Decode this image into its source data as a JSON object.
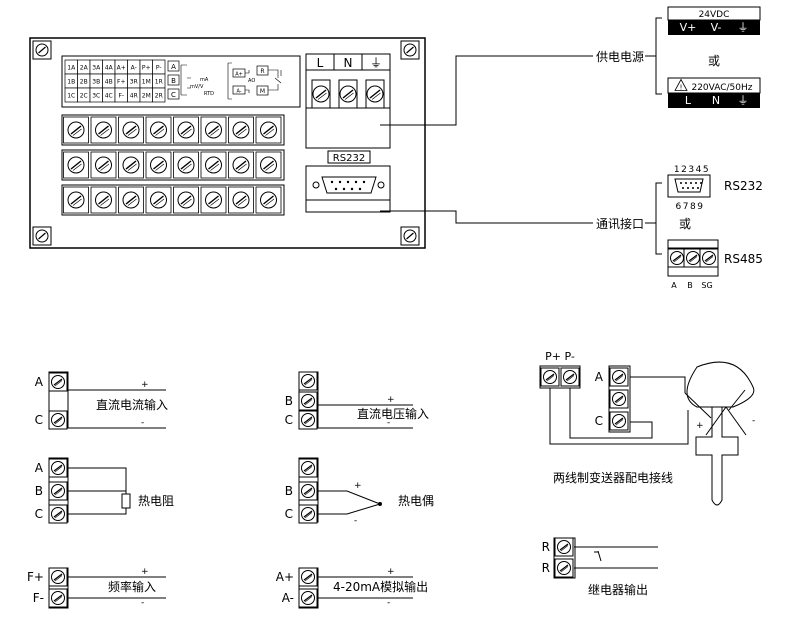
{
  "panel": {
    "grid_rows": [
      [
        "1A",
        "2A",
        "3A",
        "4A",
        "A+",
        "A-",
        "P+",
        "P-"
      ],
      [
        "1B",
        "2B",
        "3B",
        "4B",
        "F+",
        "3R",
        "1M",
        "1R"
      ],
      [
        "1C",
        "2C",
        "3C",
        "4C",
        "F-",
        "4R",
        "2M",
        "2R"
      ]
    ],
    "input_labels": [
      "A",
      "B",
      "C"
    ],
    "signal_labels": [
      "mA",
      "mV/V",
      "RTD"
    ],
    "ao_label": "AO",
    "output_labels": [
      "A+",
      "A-"
    ],
    "relay_labels": [
      "R",
      "M"
    ],
    "power_terminal_labels": [
      "L",
      "N",
      "⏚"
    ],
    "rs232_label": "RS232"
  },
  "power": {
    "callout_label": "供电电源",
    "dc_title": "24VDC",
    "dc_terminals": [
      "V+",
      "V-",
      "⏚"
    ],
    "or_label": "或",
    "ac_title": "220VAC/50Hz",
    "ac_terminals": [
      "L",
      "N",
      "⏚"
    ]
  },
  "comms": {
    "callout_label": "通讯接口",
    "db9_pins_top": "12345",
    "db9_pins_bottom": "6789",
    "rs232_label": "RS232",
    "or_label": "或",
    "rs485_label": "RS485",
    "rs485_terminals": [
      "A",
      "B",
      "SG"
    ]
  },
  "wiring": {
    "dc_current": {
      "terms": [
        "A",
        "C"
      ],
      "plus": "+",
      "minus": "-",
      "label": "直流电流输入"
    },
    "dc_voltage": {
      "terms": [
        "B",
        "C"
      ],
      "plus": "+",
      "minus": "-",
      "label": "直流电压输入"
    },
    "rtd": {
      "terms": [
        "A",
        "B",
        "C"
      ],
      "label": "热电阻"
    },
    "thermocouple": {
      "terms": [
        "B",
        "C"
      ],
      "plus": "+",
      "minus": "-",
      "label": "热电偶"
    },
    "frequency": {
      "terms": [
        "F+",
        "F-"
      ],
      "plus": "+",
      "minus": "-",
      "label": "频率输入"
    },
    "analog_out": {
      "terms": [
        "A+",
        "A-"
      ],
      "plus": "+",
      "minus": "-",
      "label": "4-20mA模拟输出"
    },
    "transmitter": {
      "pp_labels": "P+ P-",
      "terms": [
        "A",
        "C"
      ],
      "plus": "+",
      "minus": "-",
      "label": "两线制变送器配电接线"
    },
    "relay": {
      "terms": [
        "R",
        "R"
      ],
      "label": "继电器输出"
    }
  }
}
